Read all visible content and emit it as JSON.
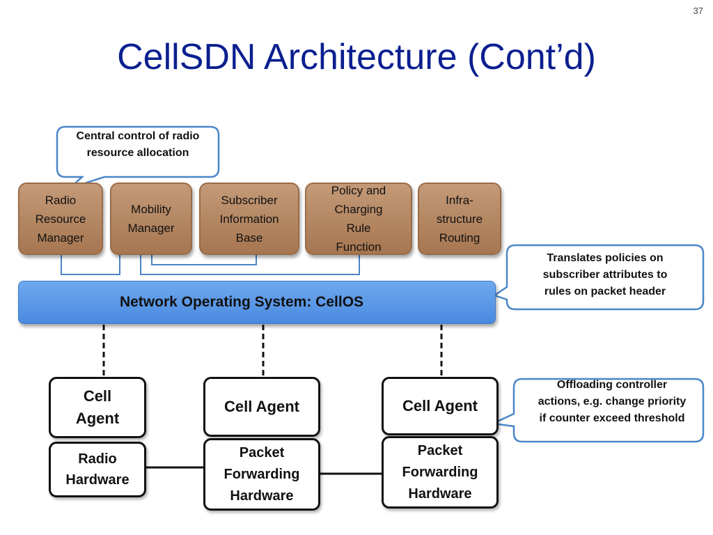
{
  "slide": {
    "page_number": "37",
    "title": "CellSDN Architecture (Cont’d)"
  },
  "apps": [
    {
      "label": "Radio\nResource\nManager"
    },
    {
      "label": "Mobility\nManager"
    },
    {
      "label": "Subscriber\nInformation\nBase"
    },
    {
      "label": "Policy and\nCharging\nRule\nFunction"
    },
    {
      "label": "Infra-\nstructure\nRouting"
    }
  ],
  "os": {
    "label": "Network Operating  System: CellOS"
  },
  "agents": [
    {
      "label": "Cell\nAgent"
    },
    {
      "label": "Cell Agent"
    },
    {
      "label": "Cell Agent"
    }
  ],
  "hardware": [
    {
      "label": "Radio\nHardware"
    },
    {
      "label": "Packet\nForwarding\nHardware"
    },
    {
      "label": "Packet\nForwarding\nHardware"
    }
  ],
  "callouts": {
    "central_control": "Central control of radio\nresource allocation",
    "translates": "Translates policies on\nsubscriber attributes to\nrules on packet header",
    "offloading": "Offloading controller\nactions, e.g. change priority\nif counter exceed threshold"
  },
  "colors": {
    "title": "#0b1f8f",
    "app_box": "#b0805a",
    "os_bar": "#5b9ae8",
    "connector": "#4a86c8"
  }
}
